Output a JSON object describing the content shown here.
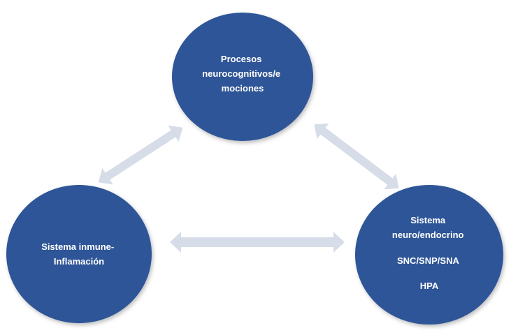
{
  "nodes": {
    "top": {
      "lines": [
        "Procesos",
        "neurocognitivos/e",
        "mociones"
      ]
    },
    "left": {
      "lines": [
        "Sistema inmune-",
        "Inflamación"
      ]
    },
    "right": {
      "lines": [
        "Sistema",
        "neuro/endocrino",
        "SNC/SNP/SNA",
        "HPA"
      ]
    }
  },
  "colors": {
    "node_fill": "#2f5597",
    "arrow_fill": "#d6dde8",
    "text": "#ffffff",
    "background": "#ffffff"
  }
}
